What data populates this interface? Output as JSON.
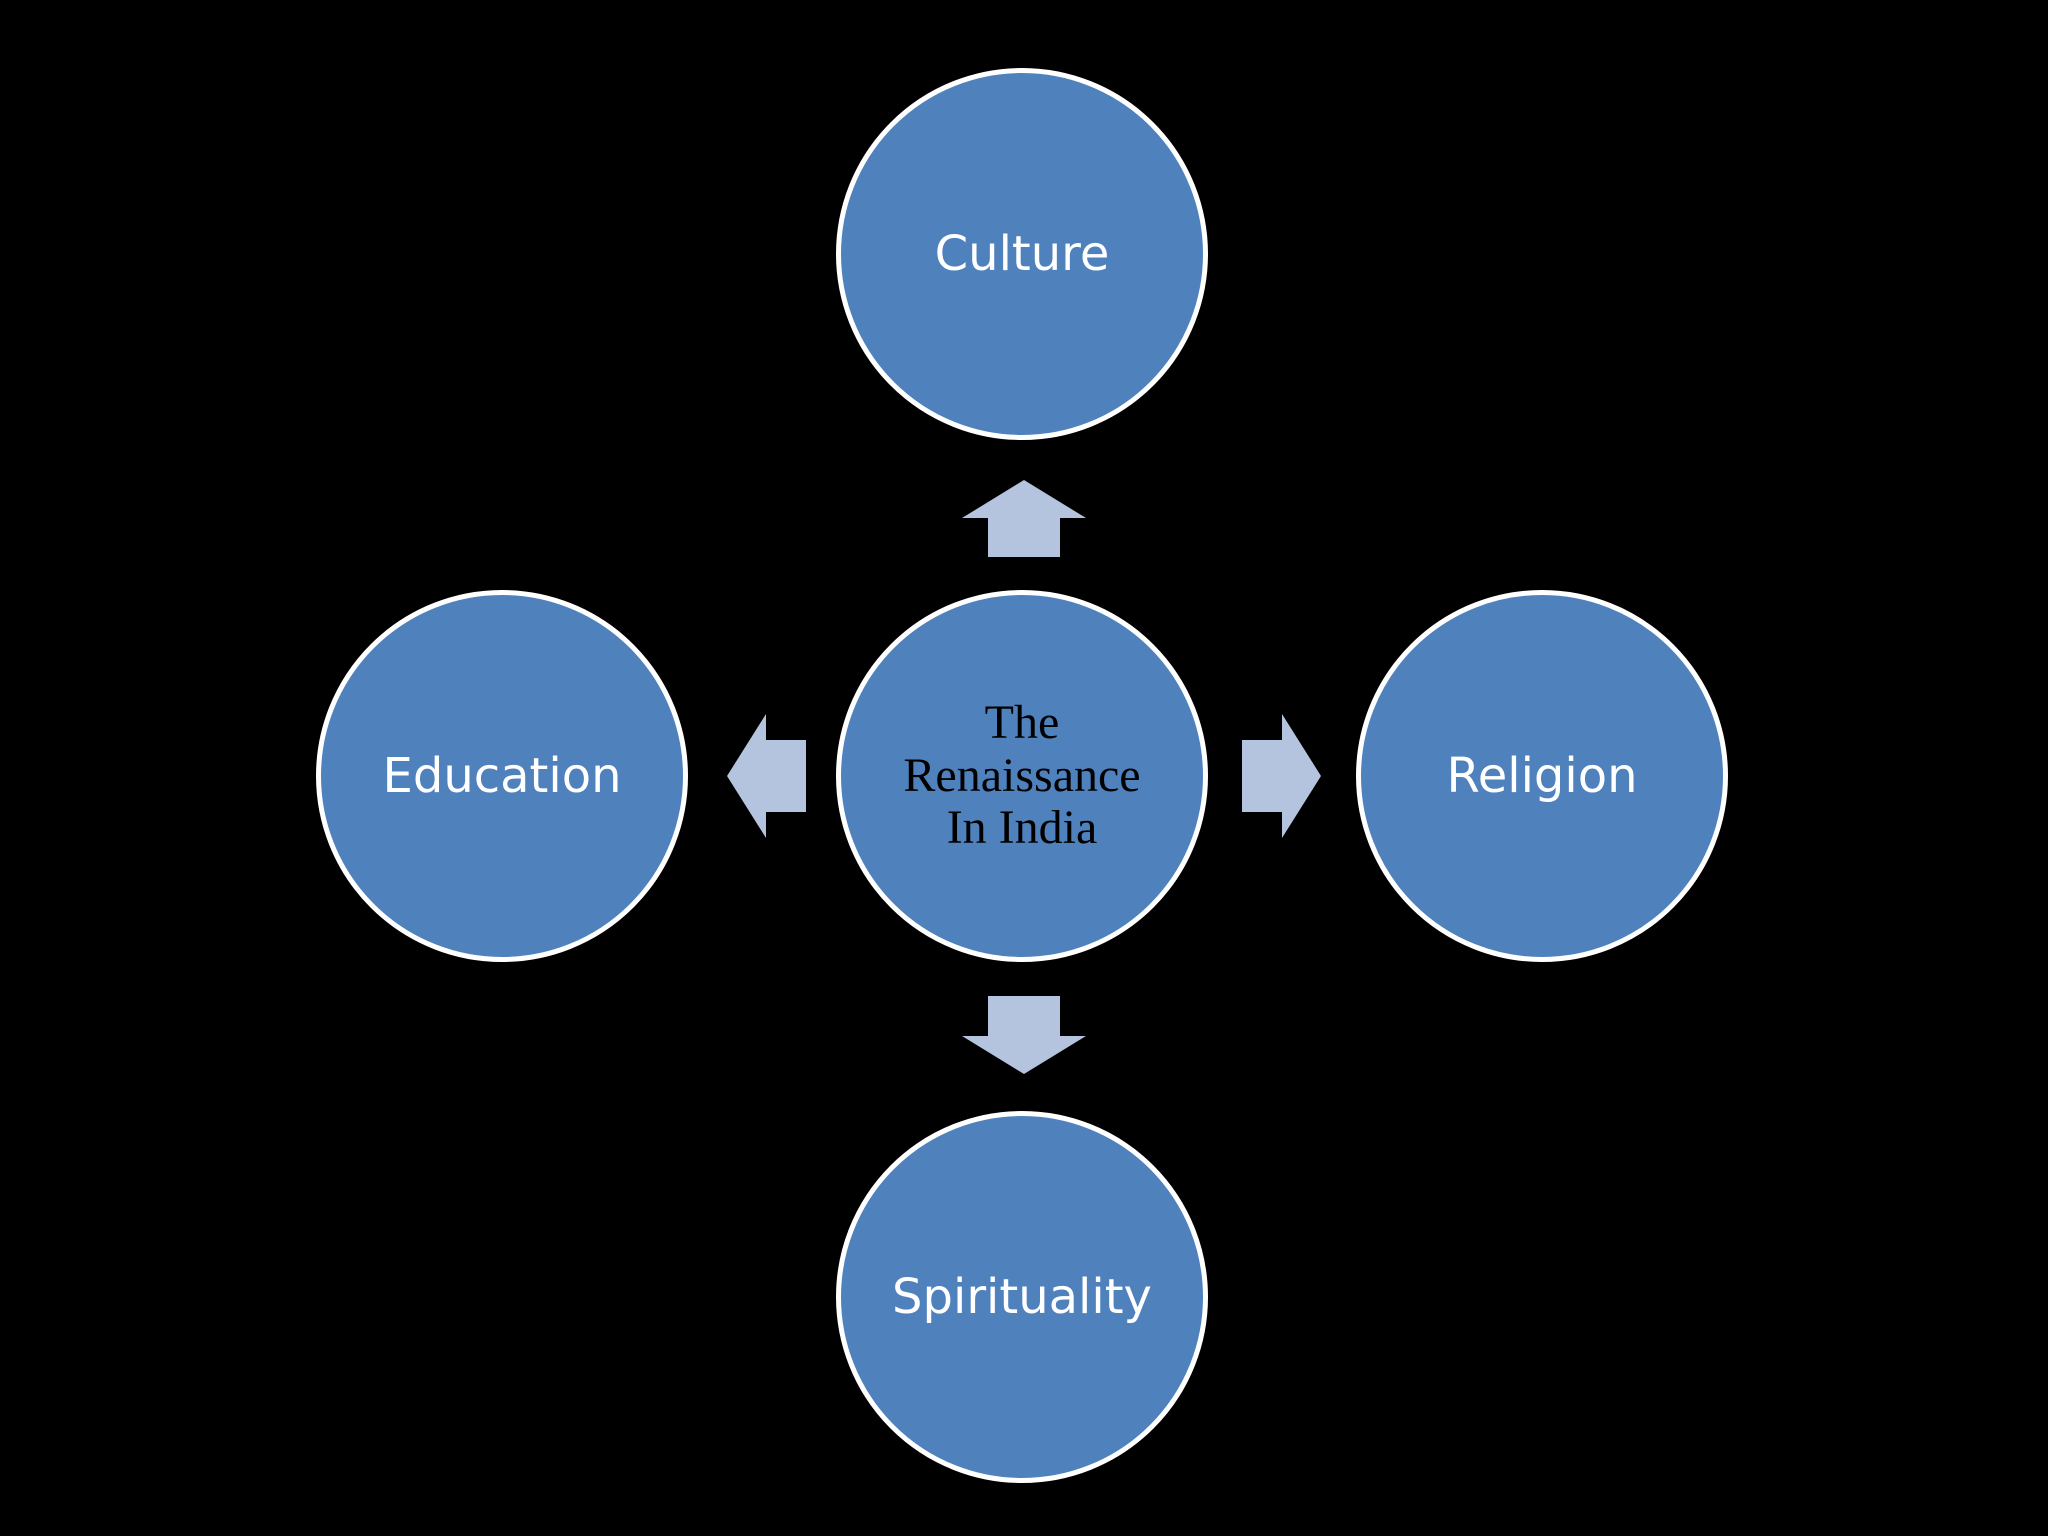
{
  "diagram": {
    "center": {
      "lines": [
        "The",
        "Renaissance",
        "In India"
      ]
    },
    "nodes": {
      "top": "Culture",
      "left": "Education",
      "right": "Religion",
      "bottom": "Spirituality"
    },
    "colors": {
      "background": "#000000",
      "node_fill": "#4f81bd",
      "node_border": "#ffffff",
      "arrow_fill": "#b4c4de",
      "outer_text": "#ffffff",
      "center_text": "#000000"
    }
  }
}
